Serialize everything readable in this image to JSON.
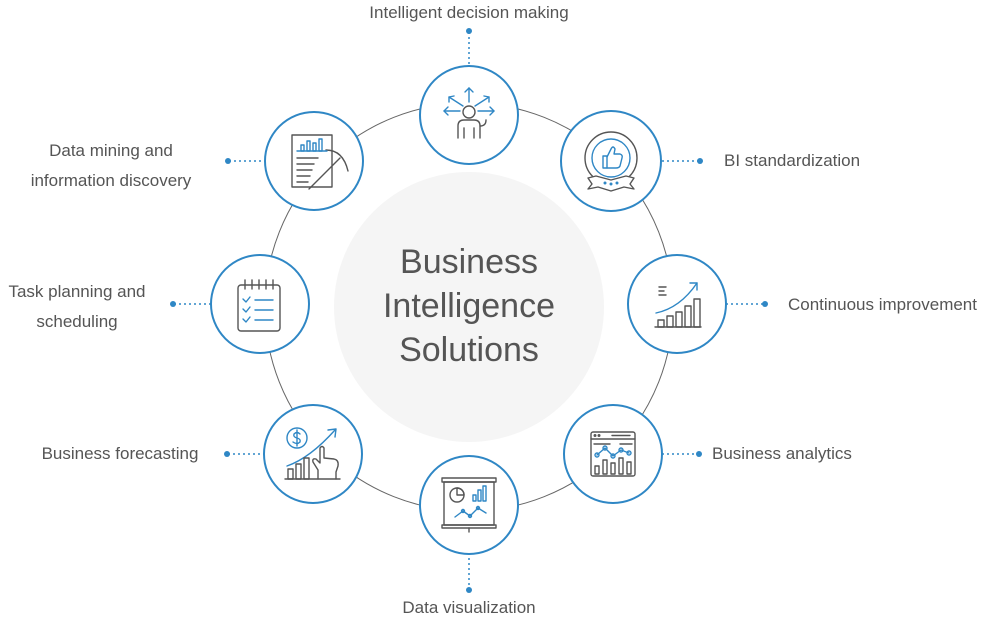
{
  "diagram": {
    "title_lines": [
      "Business",
      "Intelligence",
      "Solutions"
    ],
    "accent_color": "#2f87c5",
    "ring_color": "#666666",
    "text_color": "#555555",
    "nodes": [
      {
        "key": "decision",
        "icon": "decision-arrows-icon",
        "lines": [
          "Intelligent decision making"
        ]
      },
      {
        "key": "standardization",
        "icon": "thumbs-up-badge-icon",
        "lines": [
          "BI standardization"
        ]
      },
      {
        "key": "improvement",
        "icon": "growth-bar-chart-icon",
        "lines": [
          "Continuous improvement"
        ]
      },
      {
        "key": "analytics",
        "icon": "analytics-dashboard-icon",
        "lines": [
          "Business analytics"
        ]
      },
      {
        "key": "visualization",
        "icon": "presentation-board-icon",
        "lines": [
          "Data visualization"
        ]
      },
      {
        "key": "forecasting",
        "icon": "dollar-growth-icon",
        "lines": [
          "Business forecasting"
        ]
      },
      {
        "key": "planning",
        "icon": "checklist-clipboard-icon",
        "lines": [
          "Task planning and",
          "scheduling"
        ]
      },
      {
        "key": "mining",
        "icon": "report-pickaxe-icon",
        "lines": [
          "Data mining and",
          "information discovery"
        ]
      }
    ]
  }
}
